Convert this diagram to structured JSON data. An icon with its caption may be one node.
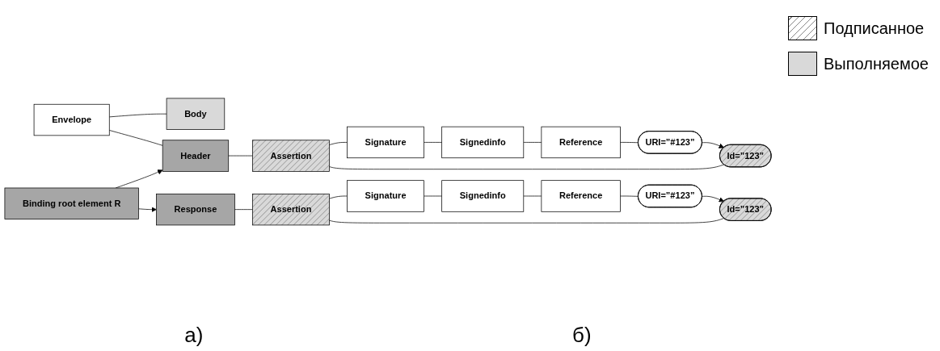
{
  "diagram": {
    "nodes": [
      {
        "text": [
          "Binding root element R"
        ]
      },
      {
        "text": [
          "Envelope"
        ]
      },
      {
        "text": [
          "Header"
        ]
      },
      {
        "text": [
          "Assertion"
        ]
      },
      {
        "text": [
          "Id=”123”"
        ]
      },
      {
        "text": [
          "Signature"
        ]
      },
      {
        "text": [
          "Signedinfo"
        ]
      },
      {
        "text": [
          "Reference"
        ]
      },
      {
        "text": [
          "URI=”#123”"
        ]
      },
      {
        "text": [
          "Body"
        ]
      },
      {
        "text": [
          "Response"
        ]
      },
      {
        "text": [
          "Assertion"
        ]
      },
      {
        "text": [
          "Id=”123”"
        ]
      },
      {
        "text": [
          "Signature"
        ]
      },
      {
        "text": [
          "Signedinfo"
        ]
      },
      {
        "text": [
          "Reference"
        ]
      },
      {
        "text": [
          "URI=”#123”"
        ]
      }
    ],
    "edges": [
      {
        "from": 0,
        "to": 2,
        "arrow": "to"
      },
      {
        "from": 0,
        "to": 10,
        "arrow": "to"
      },
      {
        "from": 1,
        "to": 2,
        "arrow": "none"
      },
      {
        "from": 2,
        "to": 3,
        "arrow": "none"
      },
      {
        "from": 3,
        "to": 4,
        "arrow": "none"
      },
      {
        "from": 3,
        "to": 5,
        "arrow": "none"
      },
      {
        "from": 5,
        "to": 6,
        "arrow": "none"
      },
      {
        "from": 6,
        "to": 7,
        "arrow": "none"
      },
      {
        "from": 7,
        "to": 8,
        "arrow": "none"
      },
      {
        "from": 8,
        "to": 4,
        "arrow": "to"
      },
      {
        "from": 1,
        "to": 9,
        "arrow": "none"
      },
      {
        "from": 10,
        "to": 11,
        "arrow": "none"
      },
      {
        "from": 11,
        "to": 12,
        "arrow": "none"
      },
      {
        "from": 11,
        "to": 13,
        "arrow": "none"
      },
      {
        "from": 13,
        "to": 14,
        "arrow": "none"
      },
      {
        "from": 14,
        "to": 15,
        "arrow": "none"
      },
      {
        "from": 15,
        "to": 16,
        "arrow": "none"
      },
      {
        "from": 16,
        "to": 12,
        "arrow": "to"
      }
    ],
    "labels": [
      "а)",
      "б)"
    ],
    "legend": [
      {
        "text": "Подписанное"
      },
      {
        "text": "Выполняемое",
        "color": "#d9d9d9"
      }
    ]
  }
}
